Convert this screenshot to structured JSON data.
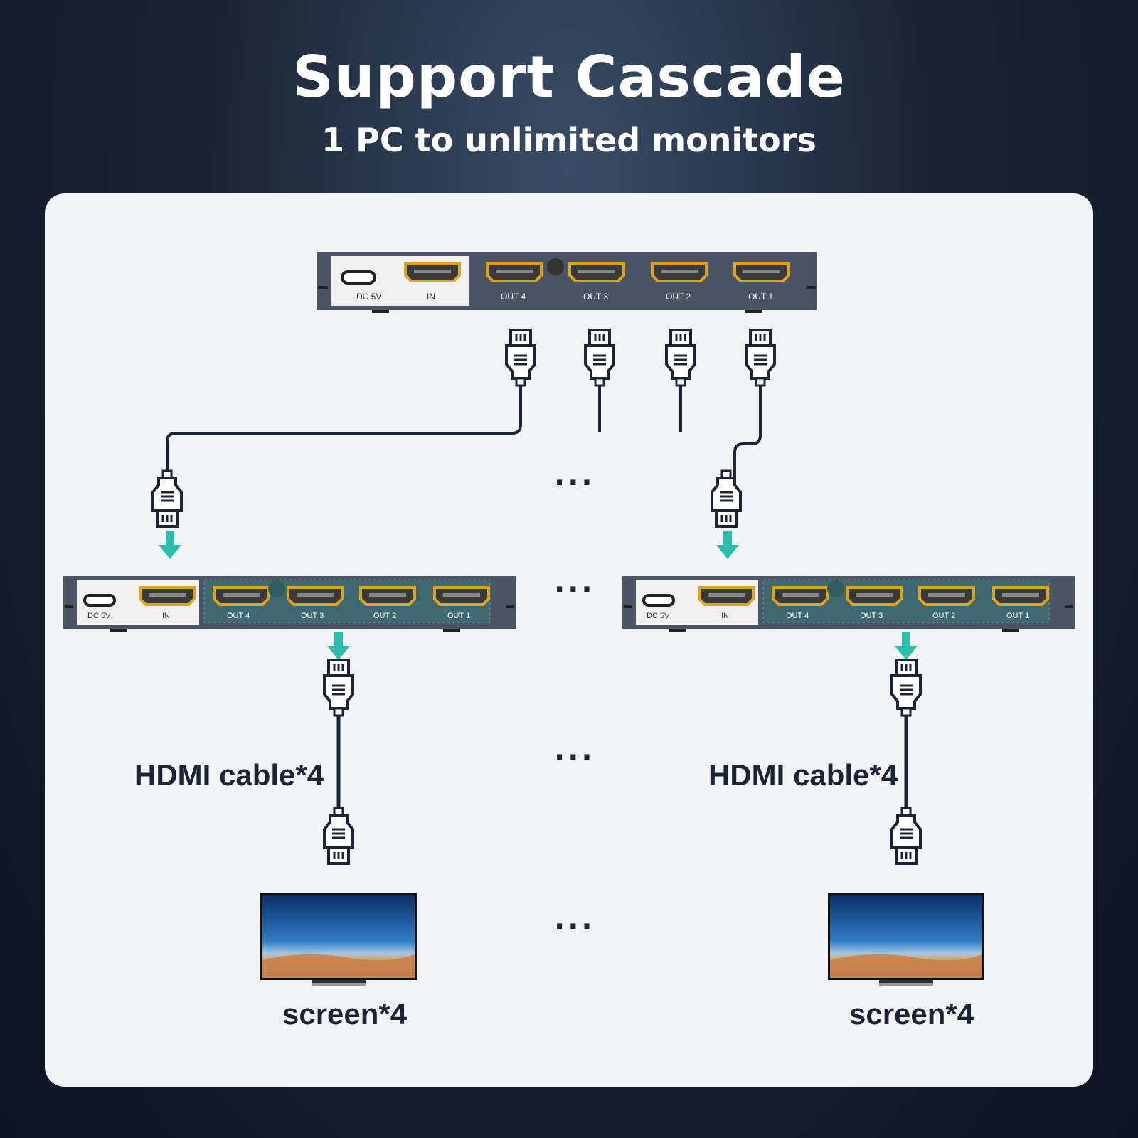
{
  "header": {
    "title": "Support Cascade",
    "subtitle": "1 PC to unlimited monitors"
  },
  "splitter_labels": {
    "dc": "DC 5V",
    "in": "IN",
    "out4": "OUT 4",
    "out3": "OUT 3",
    "out2": "OUT 2",
    "out1": "OUT 1"
  },
  "left_branch": {
    "cable_label": "HDMI cable*4",
    "screen_label": "screen*4"
  },
  "right_branch": {
    "cable_label": "HDMI cable*4",
    "screen_label": "screen*4"
  },
  "ellipsis": "...",
  "colors": {
    "splitter_body": "#4b5463",
    "hdmi_port": "#d9a520",
    "arrow": "#2bbfa9",
    "cable": "#1a2436",
    "highlight": "#2a8f8a"
  }
}
